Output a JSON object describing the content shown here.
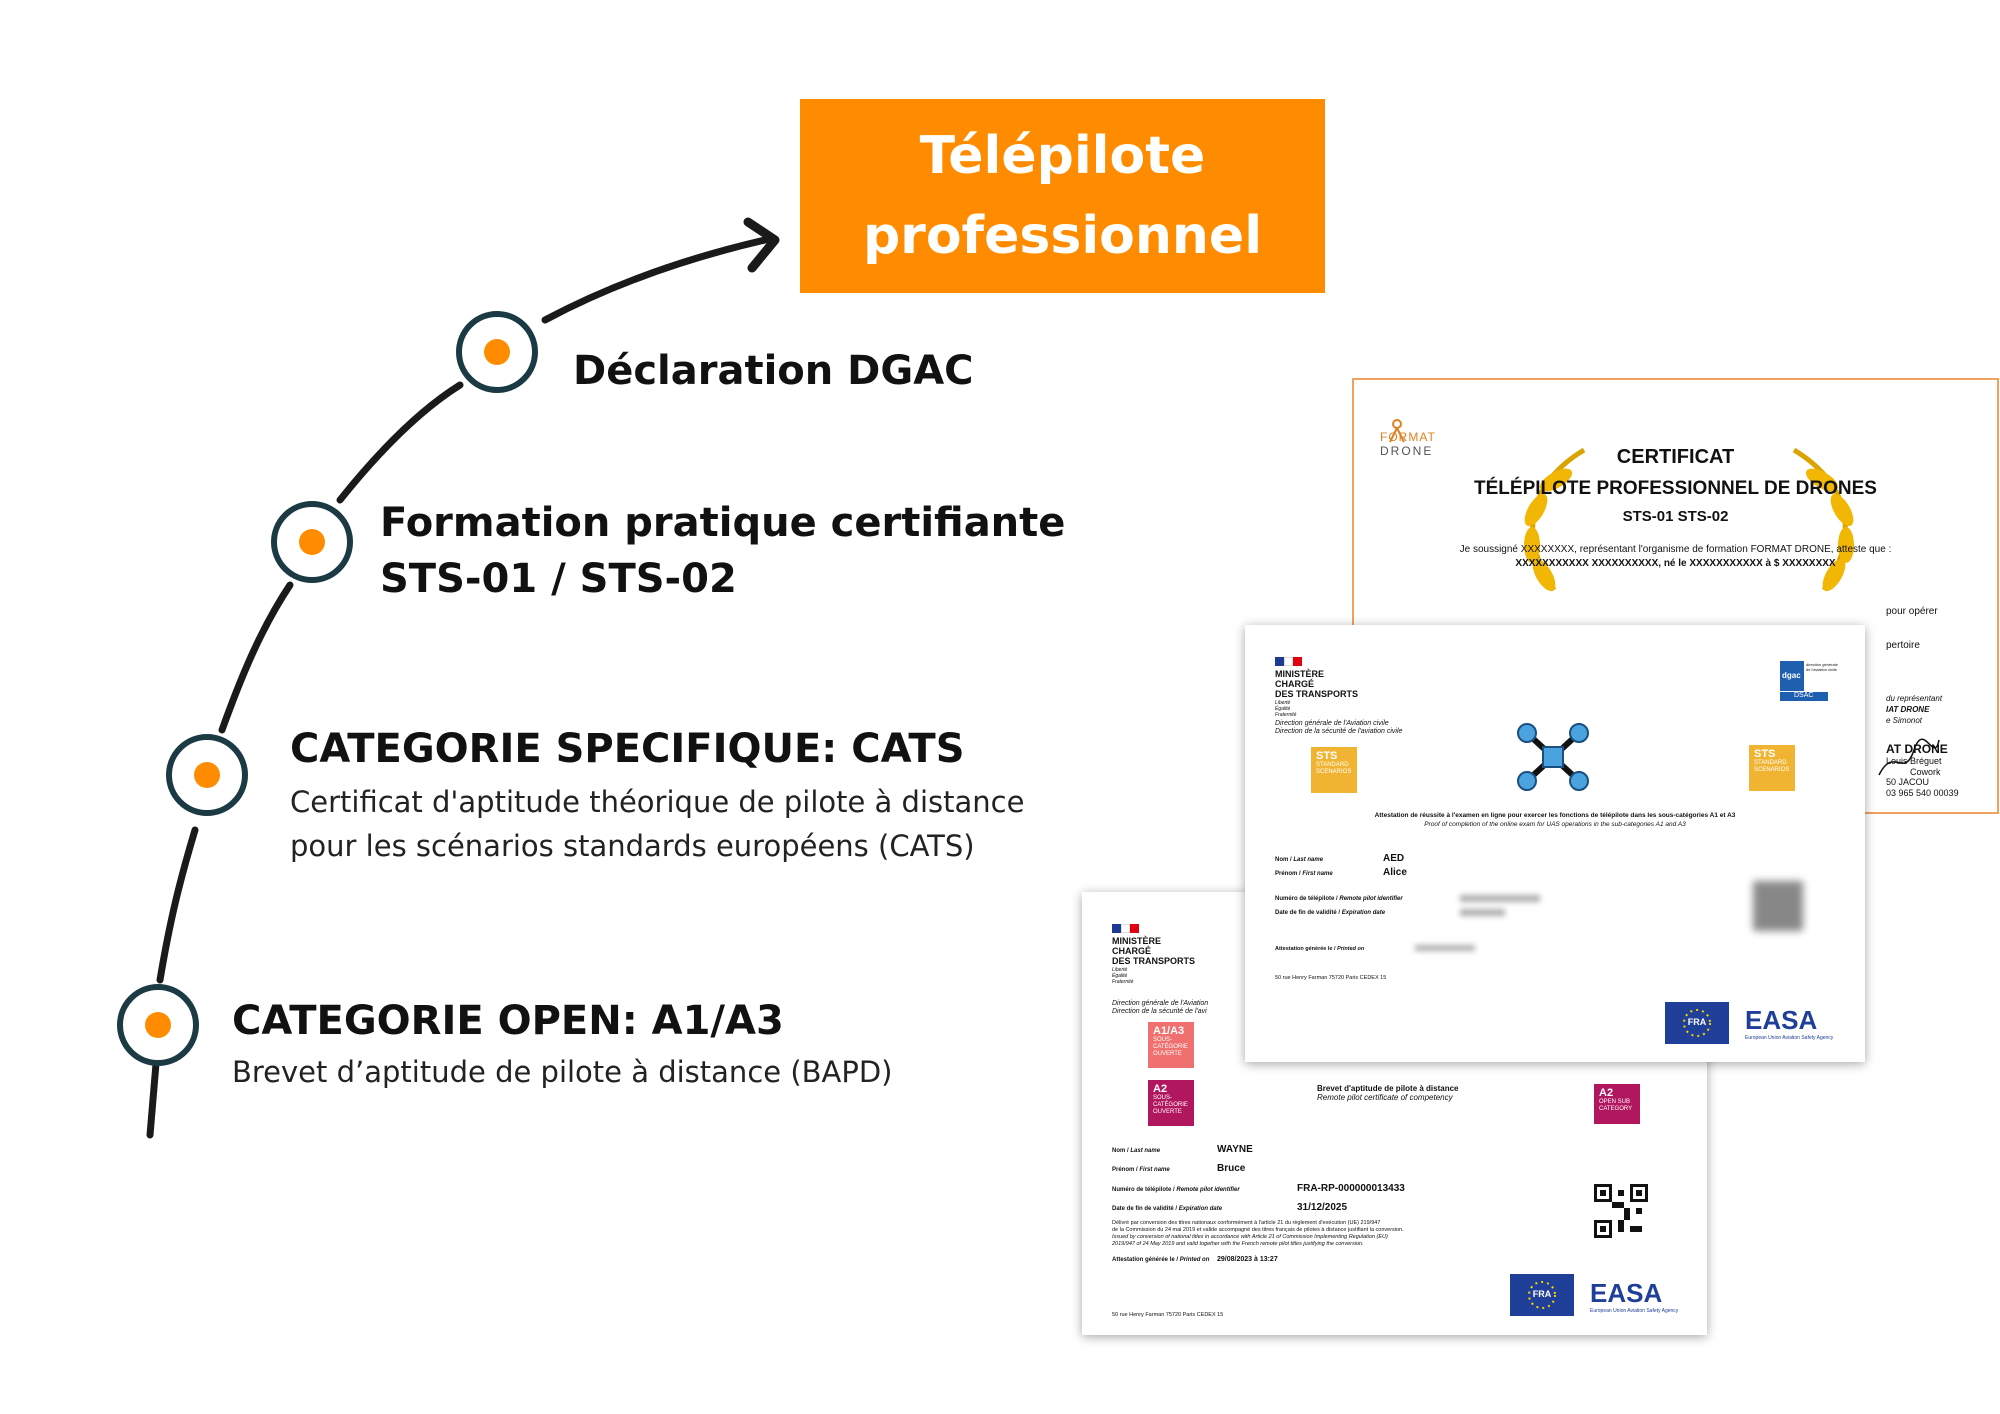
{
  "goal": {
    "line1": "Télépilote",
    "line2": "professionnel"
  },
  "steps": [
    {
      "title": "Déclaration DGAC"
    },
    {
      "title": "Formation pratique certifiante",
      "title2": "STS-01 / STS-02"
    },
    {
      "title": "CATEGORIE SPECIFIQUE: CATS",
      "desc1": "Certificat d'aptitude théorique de pilote à distance",
      "desc2": "pour les scénarios standards européens (CATS)"
    },
    {
      "title": "CATEGORIE OPEN: A1/A3",
      "desc1": "Brevet d’aptitude de pilote à distance (BAPD)"
    }
  ],
  "colors": {
    "accent": "#ff8c00",
    "ring": "#1c3a44",
    "line": "#1a1a1a"
  },
  "cert_format_drone": {
    "logo_line1": "FORMAT",
    "logo_line2": "DRONE",
    "heading": "CERTIFICAT",
    "title": "TÉLÉPILOTE PROFESSIONNEL DE DRONES",
    "subtitle": "STS-01 STS-02",
    "line1": "Je soussigné XXXXXXXX, représentant l'organisme de formation FORMAT DRONE, atteste que :",
    "line2": "XXXXXXXXXXX  XXXXXXXXXX, né le XXXXXXXXXXX à $ XXXXXXXX",
    "side1": "pour opérer",
    "side2": "pertoire",
    "side3": "du représentant",
    "side4": "IAT DRONE",
    "side5": "e Simonot",
    "side6": "AT DRONE",
    "side7": "Louis Bréguet",
    "side8": "Cowork",
    "side9": "50 JACOU",
    "side10": "03 965 540 00039"
  },
  "cert_cats": {
    "ministry1": "MINISTÈRE",
    "ministry2": "CHARGÉ",
    "ministry3": "DES TRANSPORTS",
    "motto1": "Liberté",
    "motto2": "Égalité",
    "motto3": "Fraternité",
    "direction1": "Direction générale de l'Aviation civile",
    "direction2": "Direction de la sécurité de l'aviation civile",
    "dgac_logo": "dgac",
    "dgac_small": "direction générale de l'aviation civile",
    "dgac_bar": "DSAC",
    "badge_top": "STS",
    "badge_sub": "STANDARD SCENARIOS",
    "attest": "Attestation de réussite à l'examen en ligne pour exercer les fonctions de télépilote dans les sous-catégories A1 et A3",
    "attest_en": "Proof of completion of the online exam for UAS operations in the sub-categories A1 and A3",
    "nom_label": "Nom",
    "nom_label_en": "Last name",
    "nom": "AED",
    "prenom_label": "Prénom",
    "prenom_label_en": "First name",
    "prenom": "Alice",
    "num_label": "Numéro de télépilote",
    "num_label_en": "Remote pilot identifier",
    "date_label": "Date de fin de validité",
    "date_label_en": "Expiration date",
    "gen_label": "Attestation générée le",
    "gen_label_en": "Printed on",
    "address": "50 rue Henry Farman 75720 Paris CEDEX 15",
    "fra": "FRA",
    "easa": "EASA",
    "easa_sub": "European Union Aviation Safety Agency"
  },
  "cert_open": {
    "ministry1": "MINISTÈRE",
    "ministry2": "CHARGÉ",
    "ministry3": "DES TRANSPORTS",
    "motto1": "Liberté",
    "motto2": "Égalité",
    "motto3": "Fraternité",
    "direction1": "Direction générale de l'Aviation",
    "direction2": "Direction de la sécurité de l'avi",
    "badge1_top": "A1/A3",
    "badge1_sub": "SOUS-CATÉGORIE OUVERTE",
    "badge2_top": "A2",
    "badge2_sub": "SOUS-CATÉGORIE OUVERTE",
    "badge3_top": "A2",
    "badge3_sub": "OPEN SUB CATEGORY",
    "brevet": "Brevet d'aptitude de pilote à distance",
    "brevet_en": "Remote pilot certificate of competency",
    "nom_label": "Nom",
    "nom_label_en": "Last name",
    "nom": "WAYNE",
    "prenom_label": "Prénom",
    "prenom_label_en": "First name",
    "prenom": "Bruce",
    "num_label": "Numéro de télépilote",
    "num_label_en": "Remote pilot identifier",
    "num": "FRA-RP-000000013433",
    "date_label": "Date de fin de validité",
    "date_label_en": "Expiration date",
    "date": "31/12/2025",
    "fine1": "Délivré par conversion des titres nationaux conformément à l'article 21 du règlement d'exécution (UE) 219/947",
    "fine2": "de la Commission du 24 mai 2019 et valide accompagné des titres français de pilotes à distance justifiant la conversion.",
    "fine3": "Issued by conversion of national titles in accordance with Article 21 of Commission Implementing Regulation (EU)",
    "fine4": "2019/947 of 24 May 2019 and valid together with the French remote pilot titles justifying the conversion.",
    "gen_label": "Attestation générée le",
    "gen_label_en": "Printed on",
    "gen": "29/08/2023 à 13:27",
    "address": "50 rue Henry Farman 75720 Paris CEDEX 15",
    "fra": "FRA",
    "easa": "EASA",
    "easa_sub": "European Union Aviation Safety Agency"
  }
}
